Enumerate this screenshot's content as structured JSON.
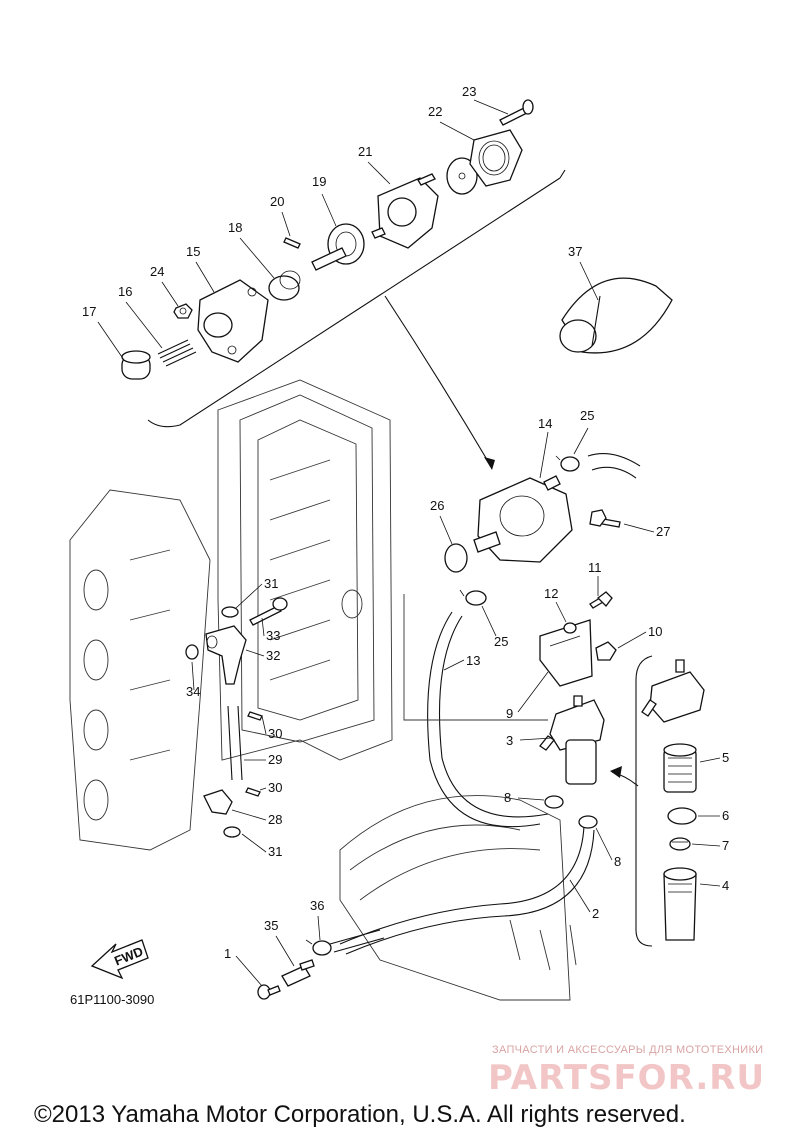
{
  "diagram": {
    "part_numbers": [
      "1",
      "2",
      "3",
      "4",
      "5",
      "6",
      "7",
      "8",
      "8",
      "9",
      "10",
      "11",
      "12",
      "13",
      "14",
      "15",
      "16",
      "17",
      "18",
      "19",
      "20",
      "21",
      "22",
      "23",
      "24",
      "25",
      "25",
      "26",
      "27",
      "28",
      "29",
      "30",
      "30",
      "31",
      "31",
      "31",
      "32",
      "33",
      "34",
      "35",
      "36",
      "37"
    ],
    "fwd_label": "FWD",
    "diagram_code": "61P1100-3090"
  },
  "watermark": {
    "tagline": "ЗАПЧАСТИ И АКСЕССУАРЫ ДЛЯ МОТОТЕХНИКИ",
    "site": "PARTSFOR.RU"
  },
  "footer": {
    "copyright": "©2013 Yamaha Motor Corporation, U.S.A. All rights reserved."
  }
}
